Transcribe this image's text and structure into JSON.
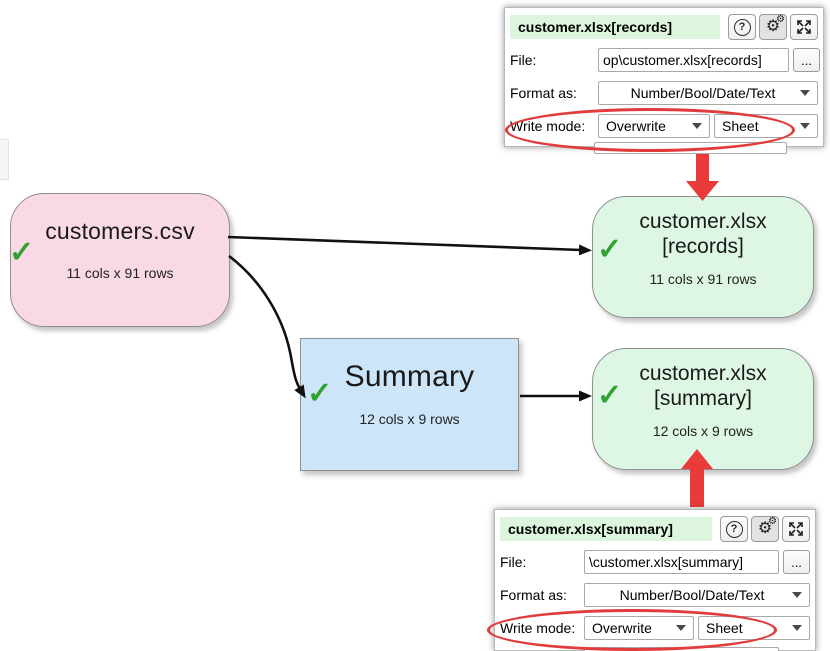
{
  "flow": {
    "status_check": "✓",
    "source_node": {
      "title": "customers.csv",
      "subtitle": "11 cols x 91 rows"
    },
    "records_node": {
      "title_line1": "customer.xlsx",
      "title_line2": "[records]",
      "subtitle": "11 cols x 91 rows"
    },
    "transform_node": {
      "title": "Summary",
      "subtitle": "12 cols x 9 rows"
    },
    "summary_node": {
      "title_line1": "customer.xlsx",
      "title_line2": "[summary]",
      "subtitle": "12 cols x 9 rows"
    }
  },
  "panels": {
    "records": {
      "title": "customer.xlsx[records]",
      "help_label": "?",
      "file_label": "File:",
      "file_value": "op\\customer.xlsx[records]",
      "browse_label": "...",
      "format_label": "Format as:",
      "format_value": "Number/Bool/Date/Text",
      "write_mode_label": "Write mode:",
      "write_mode_value": "Overwrite",
      "write_target_value": "Sheet"
    },
    "summary": {
      "title": "customer.xlsx[summary]",
      "help_label": "?",
      "file_label": "File:",
      "file_value": "\\customer.xlsx[summary]",
      "browse_label": "...",
      "format_label": "Format as:",
      "format_value": "Number/Bool/Date/Text",
      "write_mode_label": "Write mode:",
      "write_mode_value": "Overwrite",
      "write_target_value": "Sheet"
    }
  },
  "colors": {
    "source_node_pink": "#f9d9e6",
    "output_node_green": "#def7e4",
    "transform_node_blue": "#cde5f9",
    "panel_title_green": "#dcf5dc",
    "annotation_red": "#e23b3b",
    "check_green": "#2fa22f",
    "connector_black": "#111111"
  }
}
